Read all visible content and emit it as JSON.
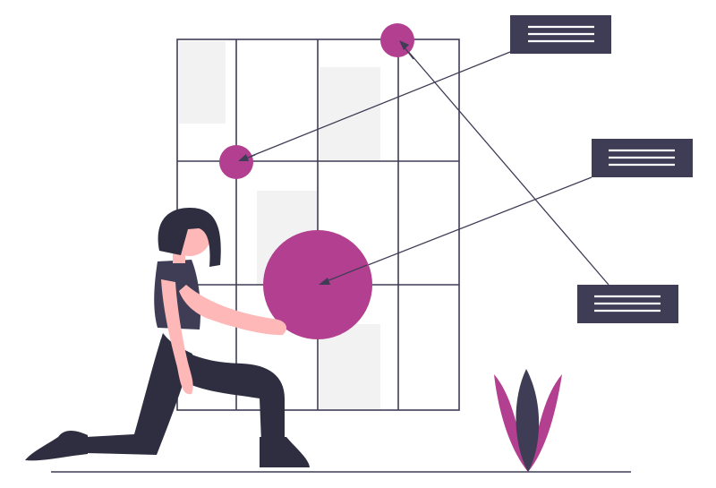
{
  "illustration": {
    "accent_color": "#b23f8f",
    "dark_color": "#3f3d56",
    "line_color": "#3f3d56",
    "panel_fill_color": "#f2f2f2",
    "skin_color": "#ffb8b8",
    "hair_color": "#2f2e41",
    "plant_colors": [
      "#b23f8f",
      "#3f3d56"
    ]
  },
  "callouts": [
    {
      "name": "callout-box-top",
      "text_lines": 3
    },
    {
      "name": "callout-box-middle",
      "text_lines": 3
    },
    {
      "name": "callout-box-bottom",
      "text_lines": 3
    }
  ],
  "markers": [
    {
      "name": "marker-top",
      "size": "small"
    },
    {
      "name": "marker-left",
      "size": "small"
    },
    {
      "name": "marker-large",
      "size": "large"
    }
  ]
}
